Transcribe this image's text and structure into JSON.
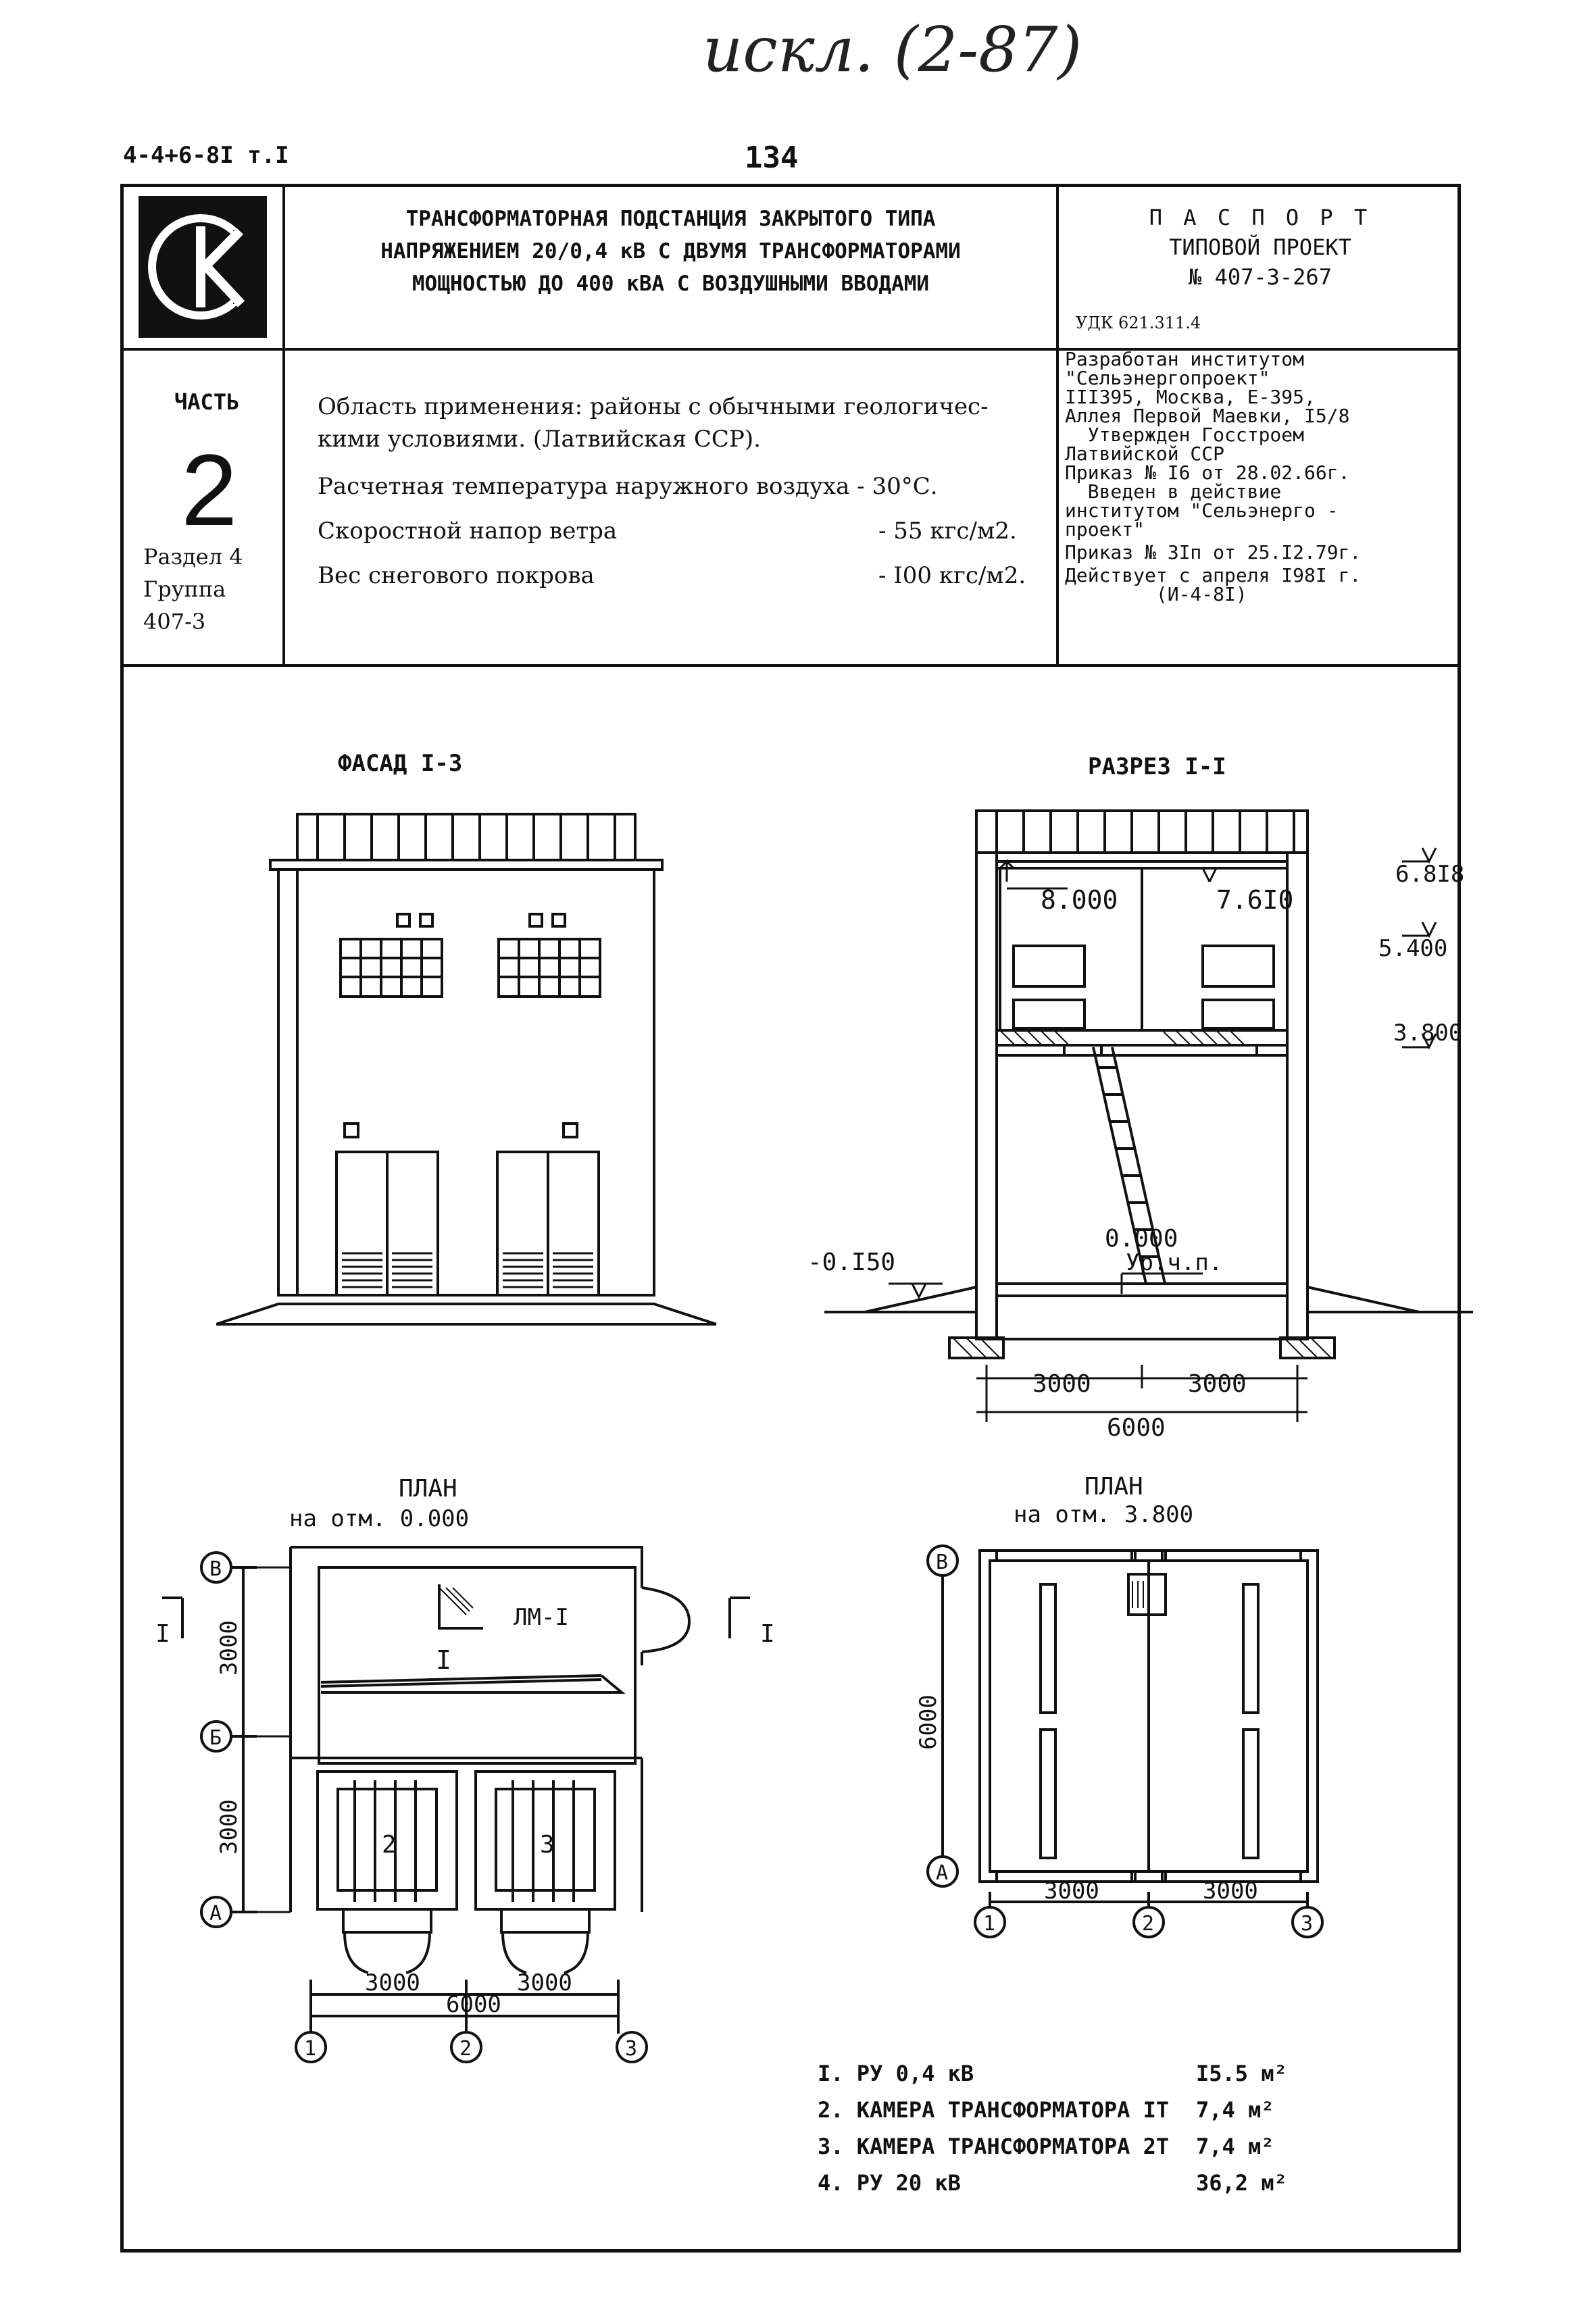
{
  "annotation": "искл. (2-87)",
  "doc_code": "4-4+6-8I т.I",
  "page_number": "134",
  "header": {
    "title_lines": [
      "ТРАНСФОРМАТОРНАЯ ПОДСТАНЦИЯ ЗАКРЫТОГО ТИПА",
      "НАПРЯЖЕНИЕМ 20/0,4 кВ С ДВУМЯ ТРАНСФОРМАТОРАМИ",
      "МОЩНОСТЬЮ ДО 400 кВА С ВОЗДУШНЫМИ ВВОДАМИ"
    ],
    "passport": "П А С П О Р Т",
    "project_type": "ТИПОВОЙ ПРОЕКТ",
    "project_number": "№ 407-3-267",
    "udk": "УДК 621.311.4"
  },
  "part": {
    "label": "ЧАСТЬ",
    "number": "2",
    "section": "Раздел 4",
    "group": "Группа",
    "group_number": "407-3"
  },
  "specs": {
    "area_line1": "Область применения: районы с обычными геологичес-",
    "area_line2": "кими условиями. (Латвийская ССР).",
    "temperature_label": "Расчетная температура наружного воздуха - 30°С.",
    "wind_label": "Скоростной напор ветра",
    "wind_value": "- 55 кгс/м2.",
    "snow_label": "Вес снегового покрова",
    "snow_value": "- I00 кгс/м2."
  },
  "organization": {
    "lines": [
      "Разработан институтом",
      "\"Сельэнергопроект\"",
      "III395, Москва, Е-395,",
      "Аллея Первой Маевки, I5/8",
      "  Утвержден Госстроем",
      "Латвийской ССР",
      "Приказ № I6 от 28.02.66г.",
      "  Введен в действие",
      "институтом \"Сельэнерго -",
      "проект\"",
      "Приказ № 3Iп от 25.I2.79г.",
      "Действует с апреля I98I г.",
      "        (И-4-8I)"
    ]
  },
  "drawings": {
    "facade_title": "ФАСАД  I-3",
    "section_title": "РАЗРЕЗ I-I",
    "section_marks": {
      "top": "8.000",
      "top2": "7.6I0",
      "zero": "0.000",
      "minus": "-0.I50",
      "floor": "Ур.ч.п.",
      "right1": "6.8I8",
      "right2": "5.400",
      "right3": "3.800",
      "dim1": "3000",
      "dim2": "3000",
      "dim_total": "6000"
    },
    "plan1_title": "ПЛАН",
    "plan1_sub": "на отм. 0.000",
    "plan1": {
      "axis_b": "В",
      "axis_b2": "Б",
      "axis_a": "А",
      "axis_1": "1",
      "axis_2": "2",
      "axis_3": "3",
      "cut": "I",
      "ladder": "ЛМ-I",
      "room1": "I",
      "room2": "2",
      "room3": "3",
      "dim_v1": "3000",
      "dim_v2": "3000",
      "dim_h1": "3000",
      "dim_h2": "3000",
      "dim_total": "6000"
    },
    "plan2_title": "ПЛАН",
    "plan2_sub": "на отм. 3.800",
    "plan2": {
      "axis_b": "В",
      "axis_a": "А",
      "axis_1": "1",
      "axis_2": "2",
      "axis_3": "3",
      "dim_v": "6000",
      "dim_h1": "3000",
      "dim_h2": "3000"
    }
  },
  "legend": [
    {
      "label": "I. РУ 0,4 кВ",
      "area": "I5.5 м²"
    },
    {
      "label": "2. КАМЕРА ТРАНСФОРМАТОРА IТ",
      "area": "7,4 м²"
    },
    {
      "label": "3. КАМЕРА ТРАНСФОРМАТОРА 2Т",
      "area": "7,4 м²"
    },
    {
      "label": "4. РУ 20 кВ",
      "area": "36,2 м²"
    }
  ]
}
